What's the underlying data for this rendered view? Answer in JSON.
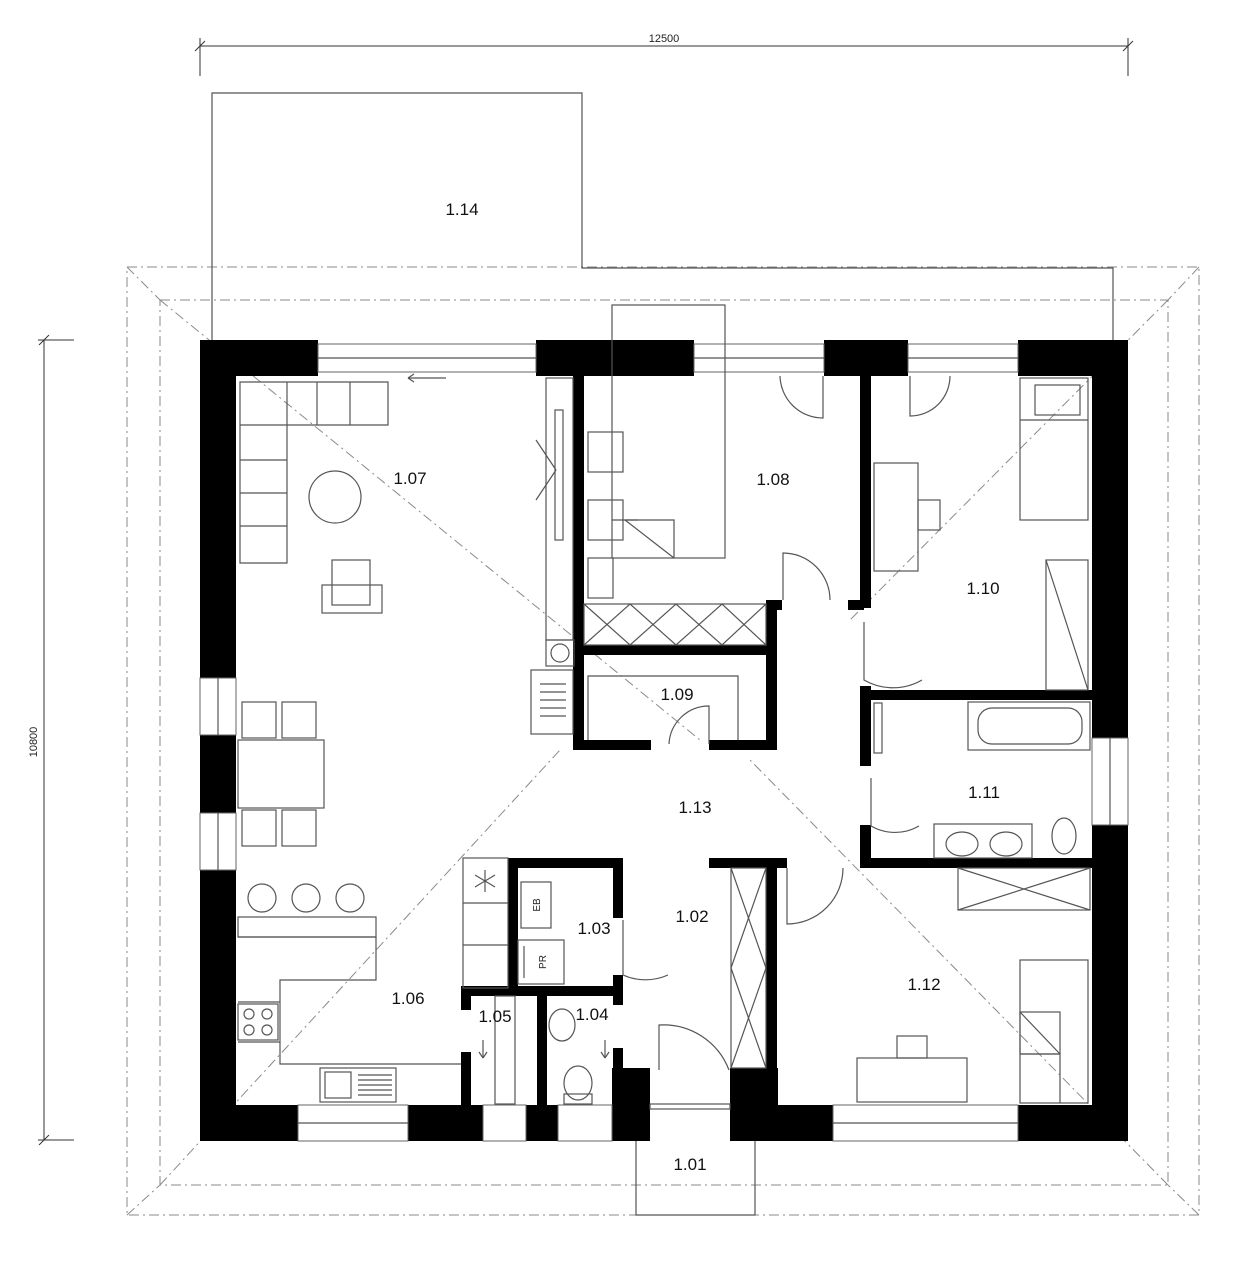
{
  "dimensions": {
    "width": "12500",
    "height": "10800"
  },
  "rooms": {
    "r101": "1.01",
    "r102": "1.02",
    "r103": "1.03",
    "r104": "1.04",
    "r105": "1.05",
    "r106": "1.06",
    "r107": "1.07",
    "r108": "1.08",
    "r109": "1.09",
    "r110": "1.10",
    "r111": "1.11",
    "r112": "1.12",
    "r113": "1.13",
    "r114": "1.14"
  },
  "appliances": {
    "boiler": "EB",
    "washer": "PR"
  },
  "icons": {
    "fridge": "snowflake-icon",
    "stove": "hob-icon",
    "sink": "sink-icon"
  }
}
